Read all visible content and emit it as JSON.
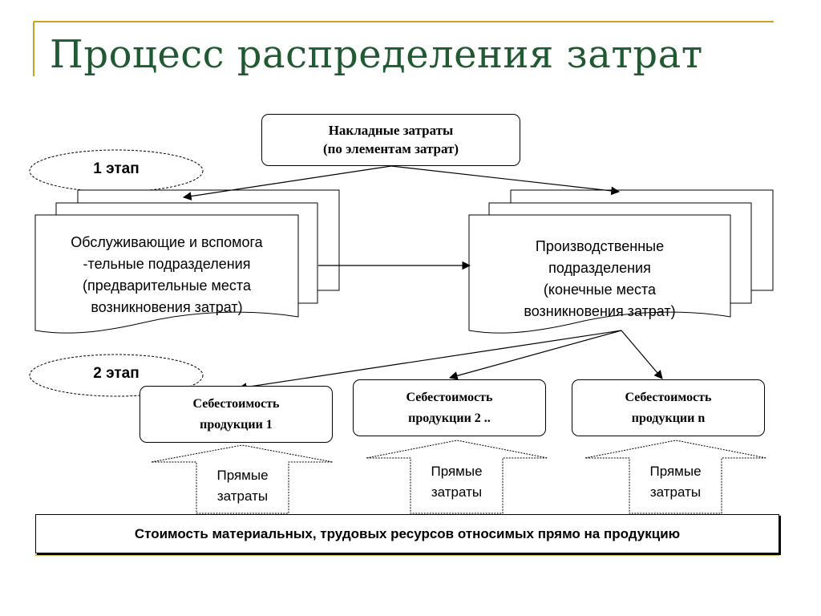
{
  "title": "Процесс распределения затрат",
  "overhead": {
    "line1": "Накладные затраты",
    "line2": "(по элементам затрат)"
  },
  "stages": {
    "stage1": "1 этап",
    "stage2": "2 этап"
  },
  "service_units": {
    "line1": "Обслуживающие и вспомога",
    "line2": "-тельные подразделения",
    "line3": "(предварительные места",
    "line4": "возникновения затрат)"
  },
  "production_units": {
    "line1": "Производственные",
    "line2": "подразделения",
    "line3": "(конечные места",
    "line4": "возникновения затрат)"
  },
  "products": [
    {
      "line1": "Себестоимость",
      "line2": "продукции 1"
    },
    {
      "line1": "Себестоимость",
      "line2": "продукции 2 .."
    },
    {
      "line1": "Себестоимость",
      "line2": "продукции n"
    }
  ],
  "direct_costs": {
    "line1": "Прямые",
    "line2": "затраты"
  },
  "bottom_bar": "Стоимость материальных, трудовых ресурсов относимых прямо на продукцию",
  "colors": {
    "title": "#1f5a32",
    "accent_line": "#c9a227"
  }
}
